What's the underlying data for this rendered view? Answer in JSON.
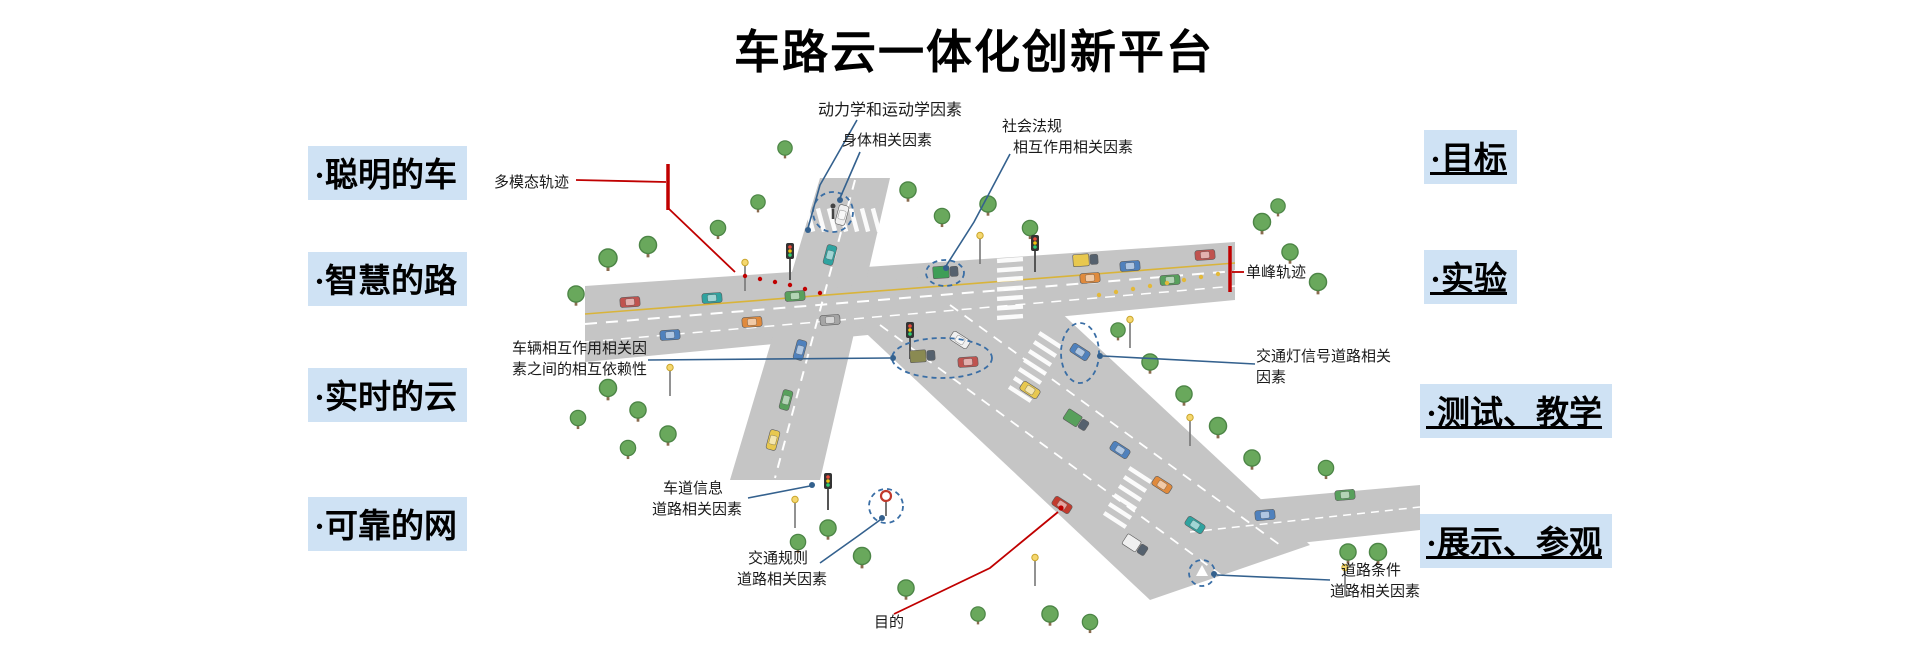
{
  "title": "车路云一体化创新平台",
  "left_labels": [
    {
      "label": "·聪明的车"
    },
    {
      "label": "·智慧的路"
    },
    {
      "label": "·实时的云"
    },
    {
      "label": "·可靠的网"
    }
  ],
  "right_labels": [
    {
      "label": "·目标"
    },
    {
      "label": "·实验"
    },
    {
      "label": "·测试、教学"
    },
    {
      "label": "·展示、参观"
    }
  ],
  "annotations": {
    "dynamics": "动力学和运动学因素",
    "body_factor": "身体相关因素",
    "social_line1": "社会法规",
    "social_line2": "相互作用相关因素",
    "multimodal_trajectory": "多模态轨迹",
    "unimodal_trajectory": "单峰轨迹",
    "vehicle_interaction_line1": "车辆相互作用相关因",
    "vehicle_interaction_line2": "素之间的相互依赖性",
    "traffic_light_line1": "交通灯信号道路相关",
    "traffic_light_line2": "因素",
    "lane_info_line1": "车道信息",
    "lane_info_line2": "道路相关因素",
    "traffic_rules_line1": "交通规则",
    "traffic_rules_line2": "道路相关因素",
    "purpose": "目的",
    "road_condition_line1": "道路条件",
    "road_condition_line2": "道路相关因素"
  },
  "colors": {
    "label_highlight": "#cfe2f4",
    "leader_blue": "#34618e",
    "leader_red": "#c00000",
    "dash_blue": "#3a6ea5",
    "road_gray": "#c5c5c5"
  }
}
